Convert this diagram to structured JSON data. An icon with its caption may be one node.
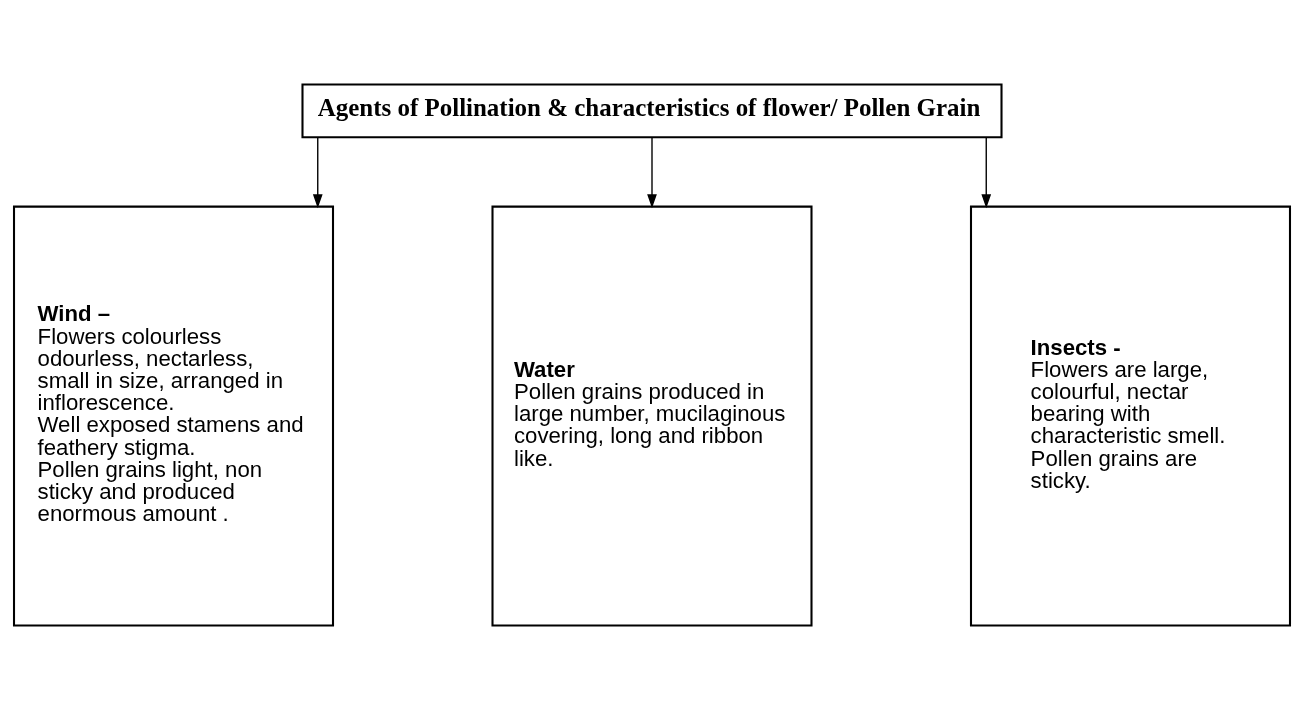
{
  "diagram": {
    "nodes": [
      {
        "text": [
          "Agents of Pollination & characteristics of flower/ Pollen Grain"
        ]
      },
      {
        "text": [
          "Wind –",
          "Flowers colourless odourless, nectarless, small in size, arranged in inflorescence.",
          "Well exposed stamens and feathery stigma.",
          "Pollen grains light, non sticky and produced enormous amount ."
        ]
      },
      {
        "text": [
          "Water",
          "Pollen grains produced in large number, mucilaginous covering, long and ribbon like."
        ]
      },
      {
        "text": [
          "Insects -",
          "Flowers are large, colourful, nectar bearing with characteristic smell.",
          "Pollen grains are sticky."
        ]
      }
    ],
    "edges": [
      {
        "from": 0,
        "to": 1,
        "arrow": "to"
      },
      {
        "from": 0,
        "to": 2,
        "arrow": "to"
      },
      {
        "from": 0,
        "to": 3,
        "arrow": "to"
      }
    ]
  }
}
